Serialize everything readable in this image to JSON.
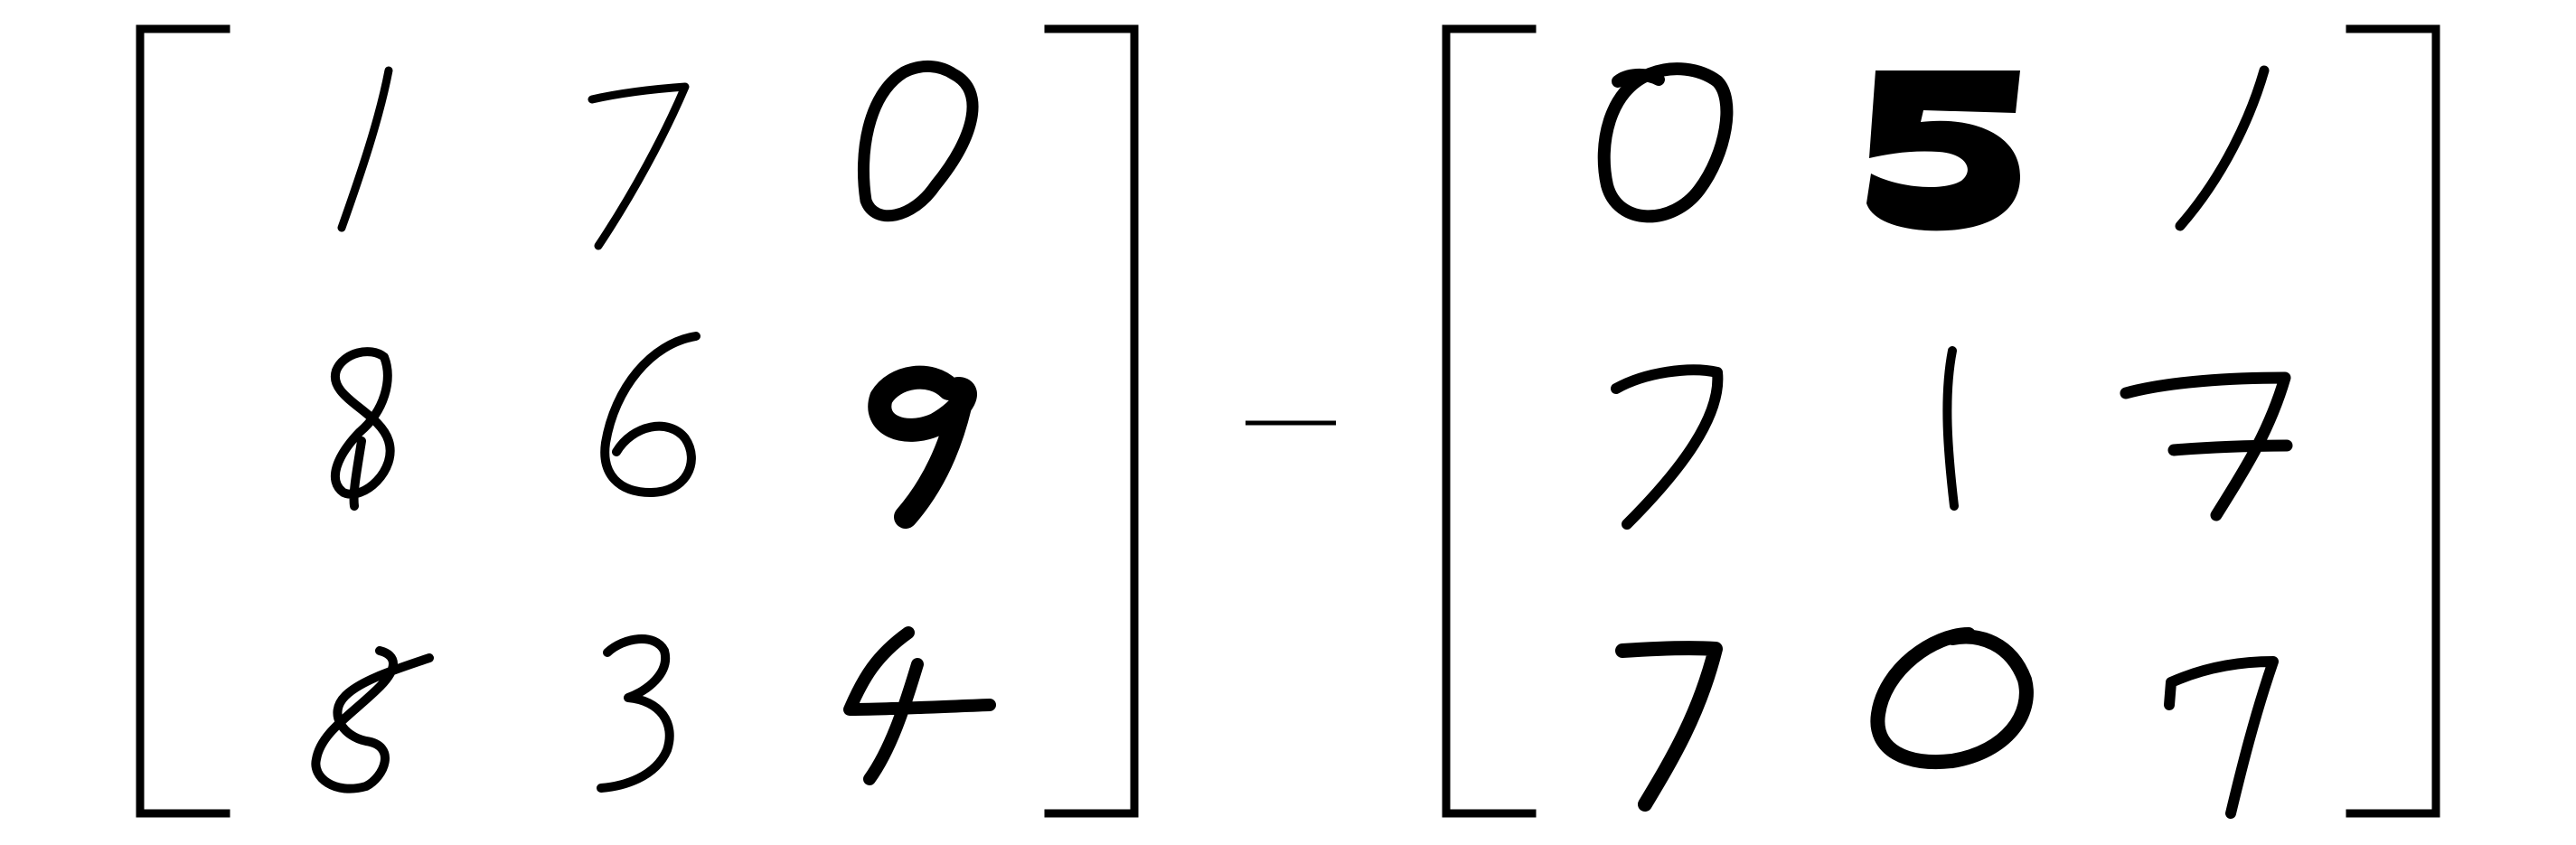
{
  "operator": "minus",
  "left_matrix": {
    "rows": [
      [
        "1",
        "7",
        "0"
      ],
      [
        "8",
        "6",
        "9"
      ],
      [
        "8",
        "3",
        "4"
      ]
    ]
  },
  "right_matrix": {
    "rows": [
      [
        "0",
        "5",
        "1"
      ],
      [
        "7",
        "1",
        "7"
      ],
      [
        "7",
        "0",
        "7"
      ]
    ]
  }
}
